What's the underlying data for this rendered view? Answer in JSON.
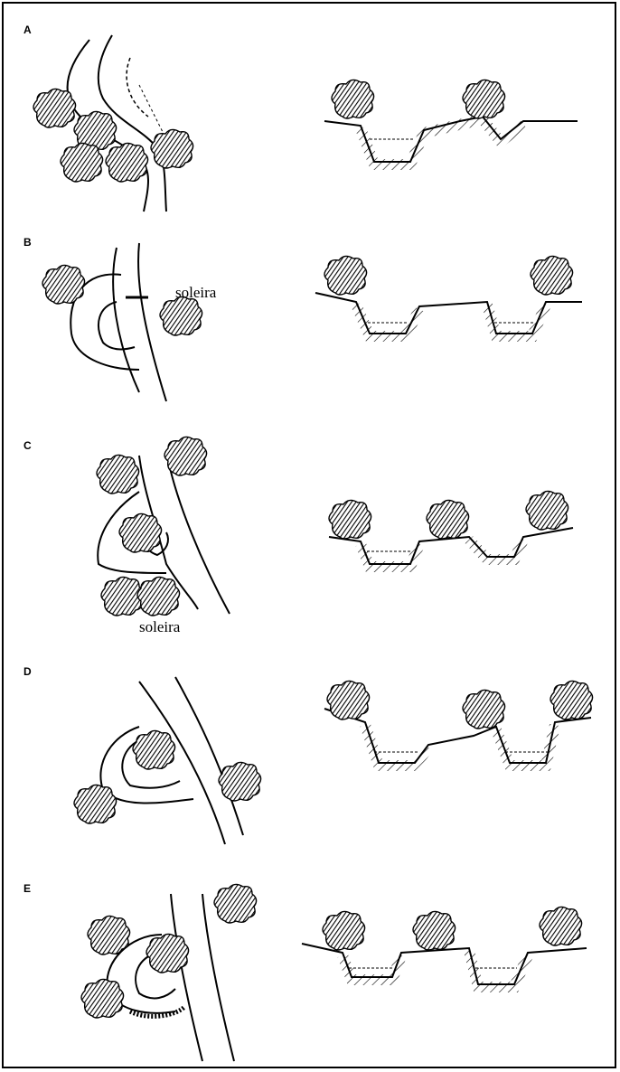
{
  "figure": {
    "panels": [
      {
        "letter": "A"
      },
      {
        "letter": "B",
        "label": "soleira"
      },
      {
        "letter": "C",
        "label": "soleira"
      },
      {
        "letter": "D"
      },
      {
        "letter": "E"
      }
    ]
  },
  "colors": {
    "ink": "#000000",
    "background": "#ffffff"
  }
}
